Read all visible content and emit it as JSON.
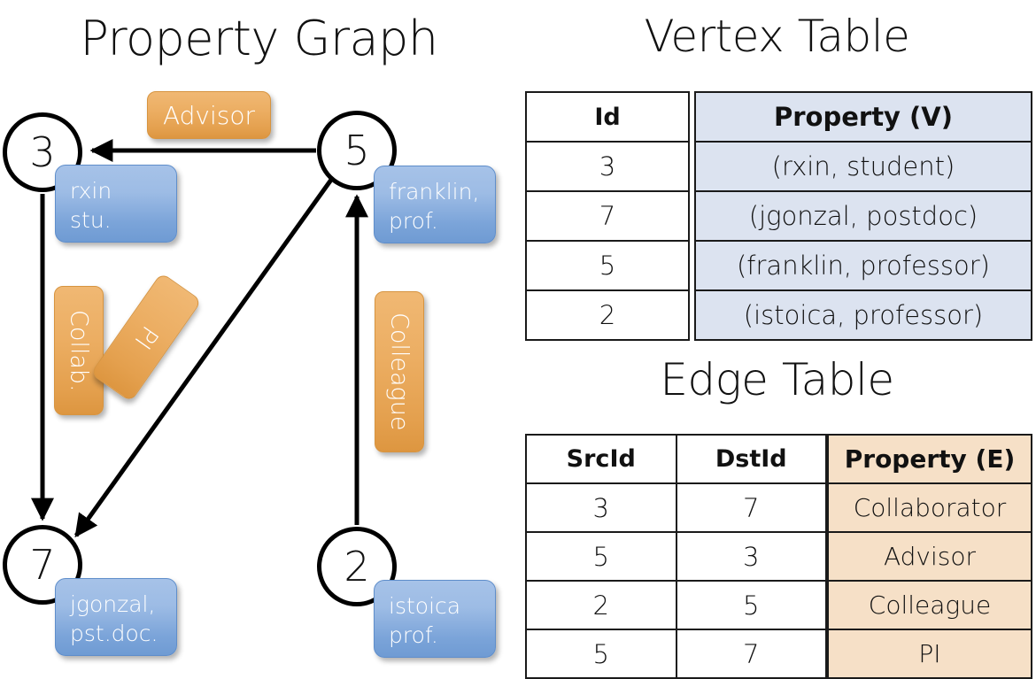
{
  "titles": {
    "property_graph": "Property Graph",
    "vertex_table": "Vertex Table",
    "edge_table": "Edge Table"
  },
  "colors": {
    "vertex_property_fill": "#dce3f0",
    "edge_property_fill": "#f6e0c7",
    "node_box_blue": "#7ba4d9",
    "edge_label_orange": "#e8a95a",
    "stroke": "#000000"
  },
  "graph": {
    "nodes": [
      {
        "id": "3",
        "property_line1": "rxin",
        "property_line2": "stu."
      },
      {
        "id": "5",
        "property_line1": "franklin,",
        "property_line2": "prof."
      },
      {
        "id": "7",
        "property_line1": "jgonzal,",
        "property_line2": "pst.doc."
      },
      {
        "id": "2",
        "property_line1": "istoica",
        "property_line2": "prof."
      }
    ],
    "edge_labels": [
      {
        "name": "advisor",
        "text": "Advisor"
      },
      {
        "name": "collab",
        "text": "Collab."
      },
      {
        "name": "pi",
        "text": "PI"
      },
      {
        "name": "colleague",
        "text": "Colleague"
      }
    ],
    "edges": [
      {
        "from": "5",
        "to": "3",
        "label": "Advisor"
      },
      {
        "from": "3",
        "to": "7",
        "label": "Collab."
      },
      {
        "from": "5",
        "to": "7",
        "label": "PI"
      },
      {
        "from": "2",
        "to": "5",
        "label": "Colleague"
      }
    ]
  },
  "vertex_table": {
    "headers": [
      "Id",
      "Property (V)"
    ],
    "rows": [
      {
        "id": "3",
        "property": "(rxin, student)"
      },
      {
        "id": "7",
        "property": "(jgonzal, postdoc)"
      },
      {
        "id": "5",
        "property": "(franklin, professor)"
      },
      {
        "id": "2",
        "property": "(istoica, professor)"
      }
    ]
  },
  "edge_table": {
    "headers": [
      "SrcId",
      "DstId",
      "Property (E)"
    ],
    "rows": [
      {
        "src": "3",
        "dst": "7",
        "property": "Collaborator"
      },
      {
        "src": "5",
        "dst": "3",
        "property": "Advisor"
      },
      {
        "src": "2",
        "dst": "5",
        "property": "Colleague"
      },
      {
        "src": "5",
        "dst": "7",
        "property": "PI"
      }
    ]
  }
}
